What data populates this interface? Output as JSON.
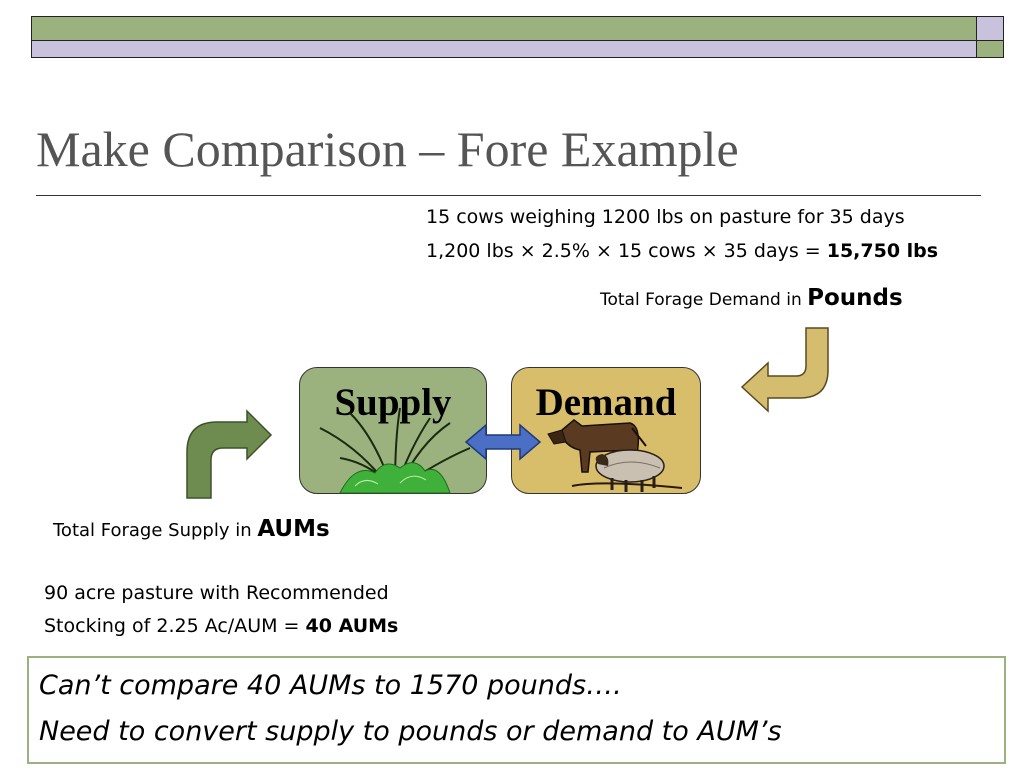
{
  "slide": {
    "title": "Make Comparison – Fore Example"
  },
  "demand": {
    "line1": "15 cows weighing 1200 lbs on pasture for 35 days",
    "line2_pre": "1,200 lbs × 2.5%  × 15 cows × 35 days = ",
    "line2_result": "15,750 lbs",
    "label_pre": "Total Forage Demand in ",
    "label_unit": "Pounds"
  },
  "supply": {
    "label_pre": "Total Forage Supply in ",
    "label_unit": "AUMs",
    "line1": "90 acre pasture with Recommended",
    "line2_pre": "Stocking of 2.25 Ac/AUM = ",
    "line2_result": "40 AUMs"
  },
  "diagram": {
    "supply_box": "Supply",
    "demand_box": "Demand",
    "colors": {
      "supply_fill": "#9bb27f",
      "demand_fill": "#d8bd6a",
      "supply_arrow": "#6f8c50",
      "demand_arrow": "#d4bd6e",
      "double_arrow": "#4a6fc4"
    }
  },
  "note": {
    "line1": "Can’t compare 40 AUMs to 1570 pounds….",
    "line2": "Need to convert supply to pounds or demand to AUM’s"
  }
}
